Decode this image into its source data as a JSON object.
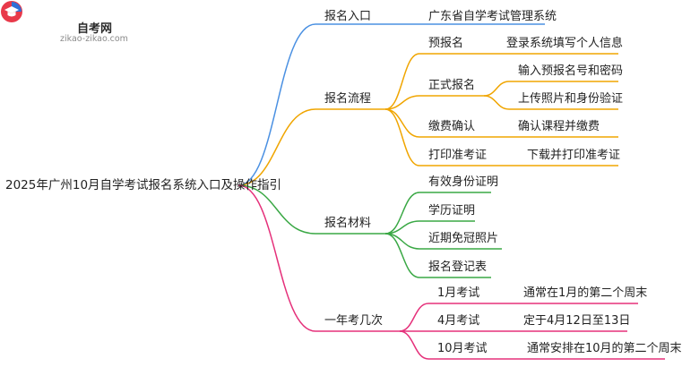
{
  "logo": {
    "title": "自考网",
    "url": "zikao-zikao.com",
    "icon": "graduation-cap-icon"
  },
  "colors": {
    "blue": "#4a90e2",
    "orange": "#f0a500",
    "pink": "#e5307a",
    "green": "#3aa845",
    "badge_red": "#e8394a",
    "badge_blue": "#2f6fd6"
  },
  "mindmap": {
    "root": "2025年广州10月自学考试报名系统入口及操作指引",
    "branches": [
      {
        "label": "报名入口",
        "children": [
          {
            "label": "广东省自学考试管理系统"
          }
        ]
      },
      {
        "label": "报名流程",
        "children": [
          {
            "label": "预报名",
            "children": [
              "登录系统填写个人信息"
            ]
          },
          {
            "label": "正式报名",
            "children": [
              "输入预报名号和密码",
              "上传照片和身份验证"
            ]
          },
          {
            "label": "缴费确认",
            "children": [
              "确认课程并缴费"
            ]
          },
          {
            "label": "打印准考证",
            "children": [
              "下载并打印准考证"
            ]
          }
        ]
      },
      {
        "label": "报名材料",
        "children": [
          {
            "label": "有效身份证明"
          },
          {
            "label": "学历证明"
          },
          {
            "label": "近期免冠照片"
          },
          {
            "label": "报名登记表"
          }
        ]
      },
      {
        "label": "一年考几次",
        "children": [
          {
            "label": "1月考试",
            "children": [
              "通常在1月的第二个周末"
            ]
          },
          {
            "label": "4月考试",
            "children": [
              "定于4月12日至13日"
            ]
          },
          {
            "label": "10月考试",
            "children": [
              "通常安排在10月的第二个周末"
            ]
          }
        ]
      }
    ]
  }
}
